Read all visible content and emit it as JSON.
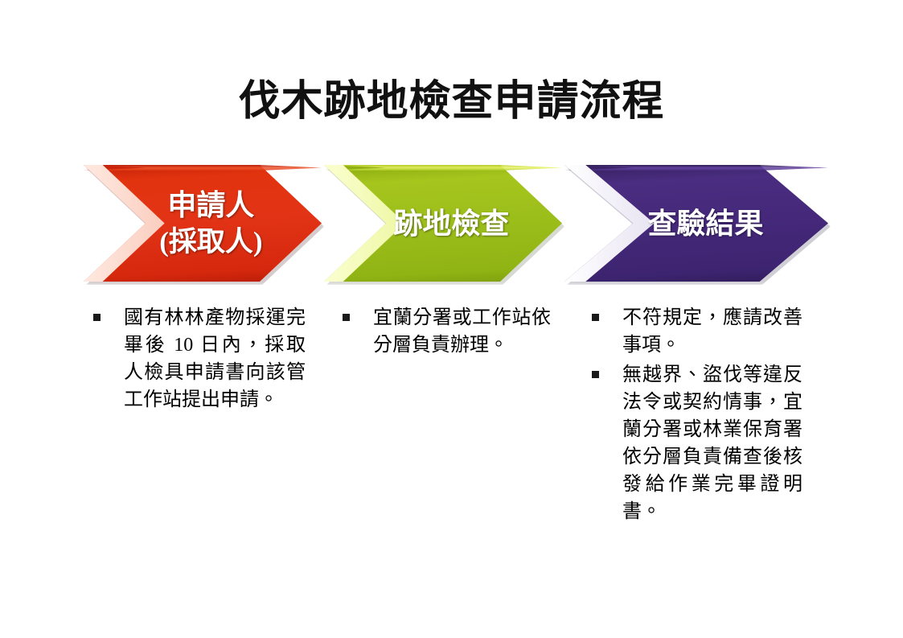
{
  "slide": {
    "title": "伐木跡地檢查申請流程",
    "background_color": "#ffffff"
  },
  "process": {
    "steps": [
      {
        "key": "applicant",
        "label_line1": "申請人",
        "label_line2": "(採取人)",
        "color": "#e23316",
        "bullets": [
          "國有林林產物採運完畢後 10 日內，採取人檢具申請書向該管工作站提出申請。"
        ]
      },
      {
        "key": "inspection",
        "label_line1": "跡地檢查",
        "label_line2": "",
        "color": "#9cbe1b",
        "bullets": [
          "宜蘭分署或工作站依分層負責辦理。"
        ]
      },
      {
        "key": "result",
        "label_line1": "查驗結果",
        "label_line2": "",
        "color": "#45287a",
        "bullets": [
          "不符規定，應請改善事項。",
          "無越界、盜伐等違反法令或契約情事，宜蘭分署或林業保育署依分層負責備查後核發給作業完畢證明書。"
        ]
      }
    ]
  }
}
